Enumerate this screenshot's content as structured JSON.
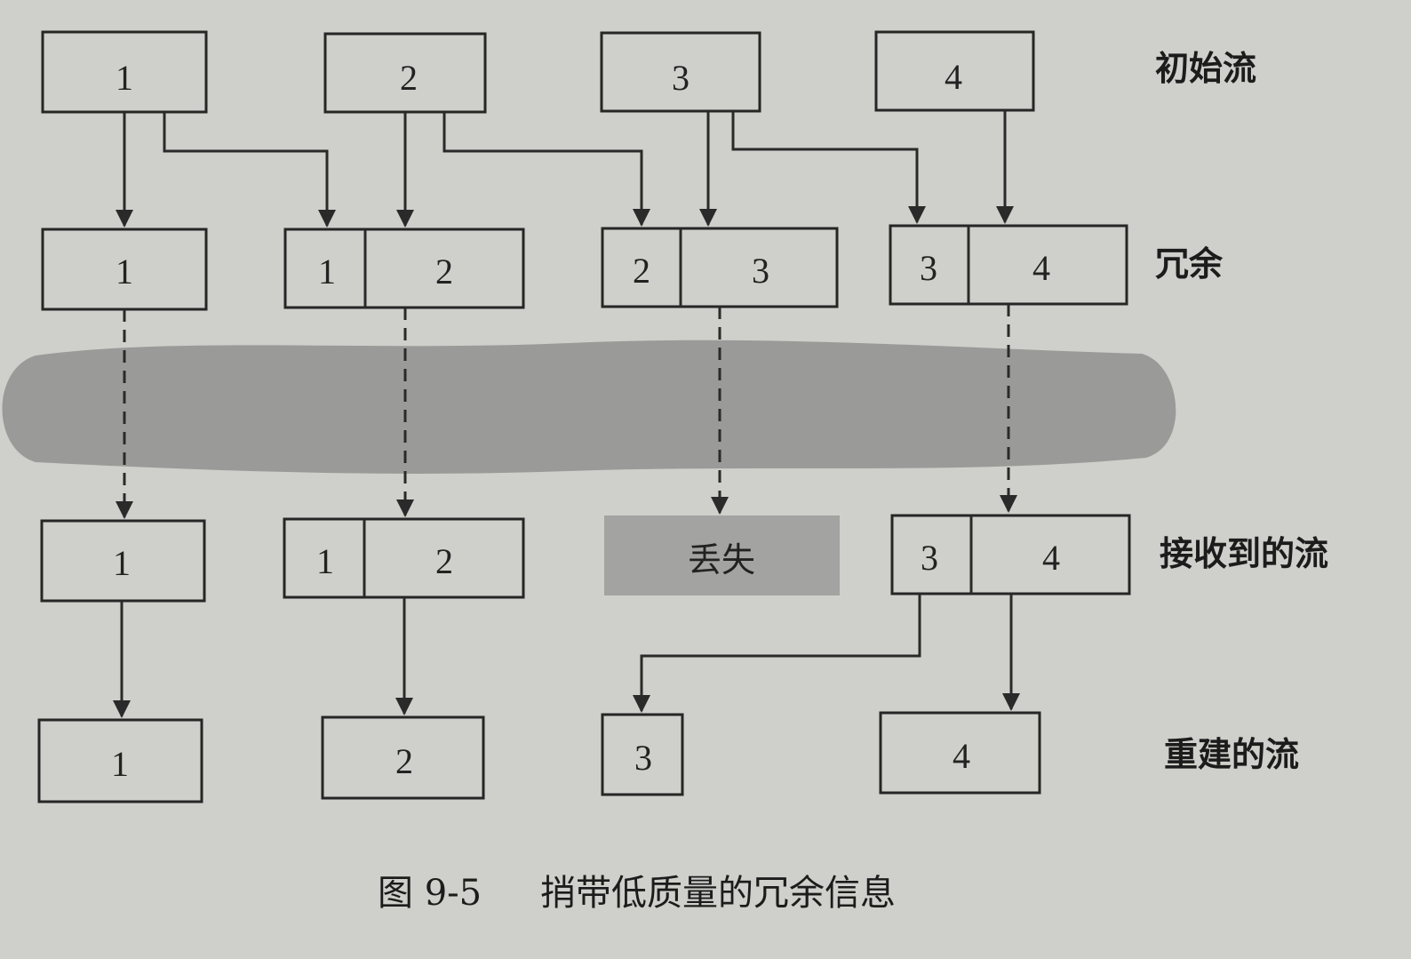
{
  "rows": {
    "initial": "初始流",
    "redundant": "冗余",
    "received": "接收到的流",
    "rebuilt": "重建的流"
  },
  "initial_stream": [
    "1",
    "2",
    "3",
    "4"
  ],
  "redundant_stream": [
    {
      "low": "",
      "high": "1"
    },
    {
      "low": "1",
      "high": "2"
    },
    {
      "low": "2",
      "high": "3"
    },
    {
      "low": "3",
      "high": "4"
    }
  ],
  "received_stream": [
    {
      "low": "",
      "high": "1"
    },
    {
      "low": "1",
      "high": "2"
    },
    {
      "lost": "丢失"
    },
    {
      "low": "3",
      "high": "4"
    }
  ],
  "rebuilt_stream": [
    "1",
    "2",
    "3",
    "4"
  ],
  "caption": {
    "figure_number": "图 9-5",
    "title": "捎带低质量的冗余信息"
  },
  "colors": {
    "background": "#cfcfcb",
    "loss_band": "#9a9a98",
    "lost_box": "#a3a3a1",
    "stroke": "#262626"
  }
}
